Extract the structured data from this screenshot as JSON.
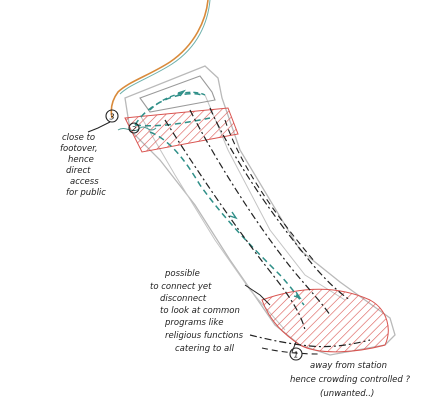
{
  "colors": {
    "paper": "#ffffff",
    "ink": "#222222",
    "pencil": "#b9b9b9",
    "hatch": "#d9534f",
    "teal": "#2f8f88",
    "orange": "#d98a3a"
  },
  "markers": {
    "one": "1",
    "two": "2",
    "three": "3"
  },
  "notes": {
    "left": [
      "close to",
      "footover,",
      "hence",
      "direct",
      "access",
      "for public"
    ],
    "middle": [
      "possible",
      "to connect yet",
      "disconnect",
      "to look at common",
      "programs like",
      "religious functions",
      "catering to all"
    ],
    "bottom": [
      "away from station",
      "hence crowding controlled ?",
      "(unwanted..)"
    ]
  }
}
